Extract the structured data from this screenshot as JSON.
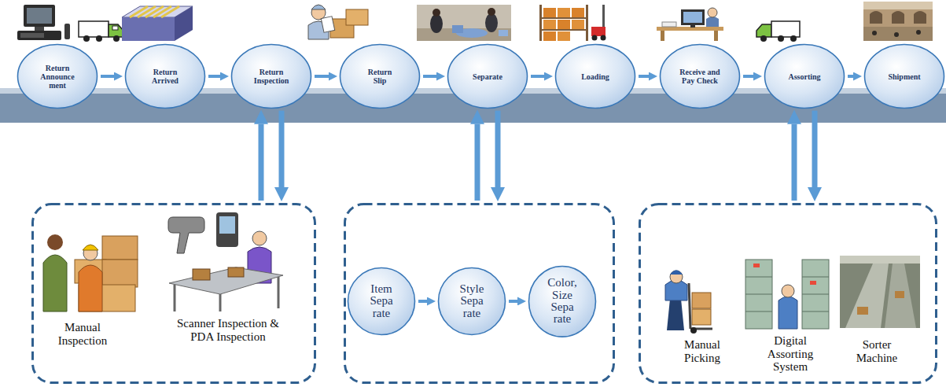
{
  "diagram": {
    "nodes": [
      {
        "text": [
          "Return Announce ment"
        ]
      },
      {
        "text": [
          "Return Arrived"
        ]
      },
      {
        "text": [
          "Return Inspection"
        ]
      },
      {
        "text": [
          "Return Slip"
        ]
      },
      {
        "text": [
          "Separate"
        ]
      },
      {
        "text": [
          "Loading"
        ]
      },
      {
        "text": [
          "Receive and Pay Check"
        ]
      },
      {
        "text": [
          "Assorting"
        ]
      },
      {
        "text": [
          "Shipment"
        ]
      },
      {
        "text": [
          "Manual Inspection",
          "Scanner Inspection & PDA Inspection"
        ]
      },
      {
        "text": []
      },
      {
        "text": [
          "Item Sepa rate"
        ],
        "in": 10
      },
      {
        "text": [
          "Style Sepa rate"
        ],
        "in": 10
      },
      {
        "text": [
          "Color, Size Sepa rate"
        ],
        "in": 10
      },
      {
        "text": [
          "Manual Picking",
          "Digital Assorting System",
          "Sorter Machine"
        ]
      }
    ],
    "edges": [
      {
        "from": 0,
        "to": 1,
        "arrow": "to"
      },
      {
        "from": 1,
        "to": 2,
        "arrow": "to"
      },
      {
        "from": 2,
        "to": 3,
        "arrow": "to"
      },
      {
        "from": 3,
        "to": 4,
        "arrow": "to"
      },
      {
        "from": 4,
        "to": 5,
        "arrow": "to"
      },
      {
        "from": 5,
        "to": 6,
        "arrow": "to"
      },
      {
        "from": 6,
        "to": 7,
        "arrow": "to"
      },
      {
        "from": 7,
        "to": 8,
        "arrow": "to"
      },
      {
        "from": 9,
        "to": 2,
        "arrow": "to"
      },
      {
        "from": 2,
        "to": 9,
        "arrow": "to"
      },
      {
        "from": 10,
        "to": 4,
        "arrow": "to"
      },
      {
        "from": 4,
        "to": 10,
        "arrow": "to"
      },
      {
        "from": 11,
        "to": 12,
        "arrow": "to"
      },
      {
        "from": 12,
        "to": 13,
        "arrow": "to"
      },
      {
        "from": 14,
        "to": 7,
        "arrow": "to"
      },
      {
        "from": 7,
        "to": 14,
        "arrow": "to"
      }
    ]
  }
}
